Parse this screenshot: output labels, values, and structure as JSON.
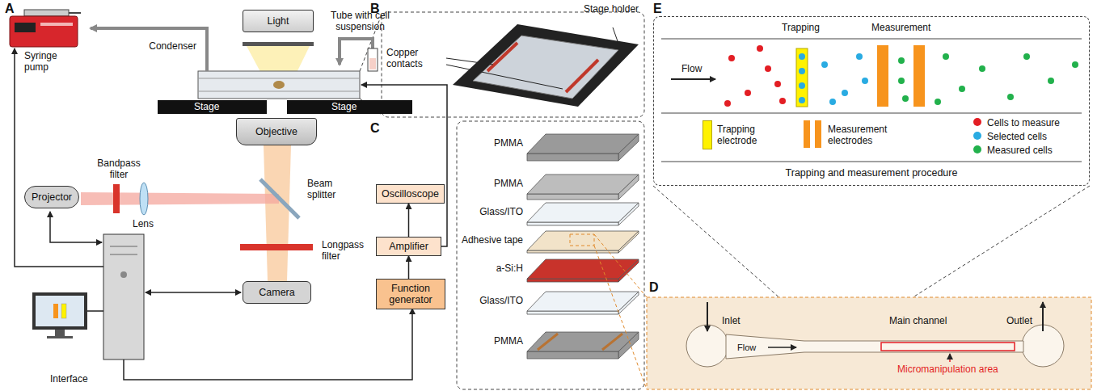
{
  "diagram": {
    "nodes": [
      {
        "text": [
          "Light"
        ]
      },
      {
        "text": [
          "Objective"
        ]
      },
      {
        "text": [
          "Projector"
        ]
      },
      {
        "text": [
          "Camera"
        ]
      },
      {
        "text": [
          "Oscilloscope"
        ]
      },
      {
        "text": [
          "Amplifier"
        ]
      },
      {
        "text": [
          "Function generator"
        ]
      },
      {
        "text": [
          "Trapping and measurement procedure"
        ]
      }
    ],
    "edges": [
      {
        "from": 6,
        "to": 5,
        "arrow": "to"
      },
      {
        "from": 5,
        "to": 4,
        "arrow": "to"
      }
    ],
    "labels": [
      "A",
      "Syringe pump",
      "Condenser",
      "Tube with cell suspension",
      "Stage",
      "Stage",
      "Bandpass filter",
      "Lens",
      "Beam splitter",
      "Longpass filter",
      "Interface",
      "B",
      "Stage holder",
      "Copper contacts",
      "C",
      "PMMA",
      "PMMA",
      "Glass/ITO",
      "Adhesive tape",
      "a-Si:H",
      "Glass/ITO",
      "PMMA",
      "D",
      "Inlet",
      "Flow",
      "Main channel",
      "Outlet",
      "Micromanipulation area",
      "E",
      "Trapping",
      "Measurement",
      "Flow"
    ],
    "legend": [
      {
        "text": "Trapping electrode",
        "color": "#fff200"
      },
      {
        "text": "Measurement electrodes",
        "color": "#f7941d"
      },
      {
        "text": "Cells to measure",
        "color": "#e31e24"
      },
      {
        "text": "Selected cells",
        "color": "#29abe2"
      },
      {
        "text": "Measured cells",
        "color": "#22b14c"
      }
    ]
  }
}
